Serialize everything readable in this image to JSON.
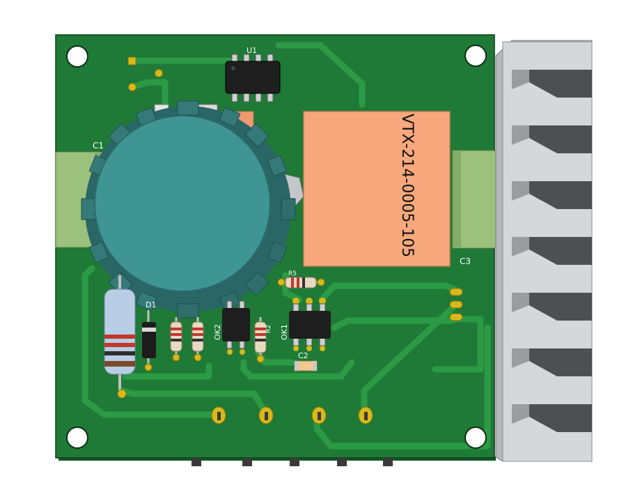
{
  "board": {
    "colors": {
      "pcb": "#1e7a36",
      "trace": "#2c9a45",
      "pad": "#d8b91a",
      "relay": "#f7a87c",
      "connector": "#9cc17c",
      "heatsink": "#c9cbce",
      "knob": "#3b8f8d"
    },
    "labels": {
      "u1": "U1",
      "c1": "C1",
      "c3": "C3",
      "r5": "R5",
      "d1": "D1",
      "ok2": "OK2",
      "r2": "R2",
      "ok1": "OK1",
      "c2": "C2"
    },
    "relay_text": "VTX-214-0005-105",
    "icons": {
      "mounting_hole": "mounting-hole-icon",
      "heatsink": "heatsink-icon",
      "knob": "potentiometer-knob-icon"
    }
  }
}
